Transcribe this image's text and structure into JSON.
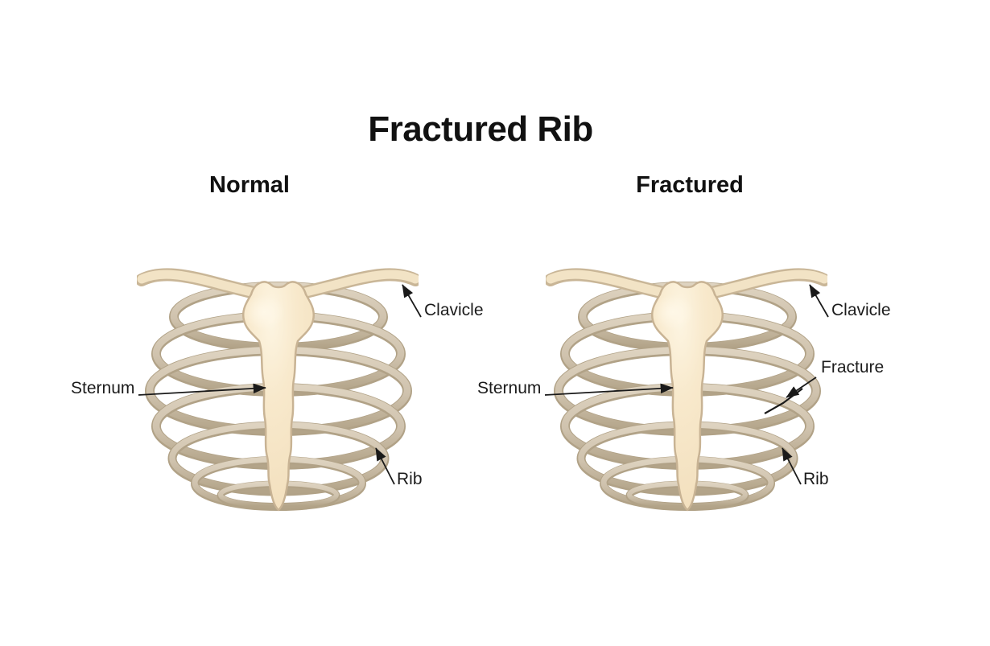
{
  "title": "Fractured Rib",
  "sections": {
    "left": "Normal",
    "right": "Fractured"
  },
  "annotations": {
    "left": {
      "clavicle": "Clavicle",
      "sternum": "Sternum",
      "rib": "Rib"
    },
    "right": {
      "clavicle": "Clavicle",
      "sternum": "Sternum",
      "fracture": "Fracture",
      "rib": "Rib"
    }
  },
  "colors": {
    "background": "#ffffff",
    "bone_rib_light": "#ded3c0",
    "bone_rib_mid": "#cfc2ad",
    "bone_rib_shade": "#ab9c82",
    "bone_sternum": "#f6e5c6",
    "bone_sternum_highlight": "#fdf5e2",
    "bone_outline": "#c8b394",
    "annotation_text": "#1c1c1c",
    "fracture_line": "#1a1a1a"
  }
}
